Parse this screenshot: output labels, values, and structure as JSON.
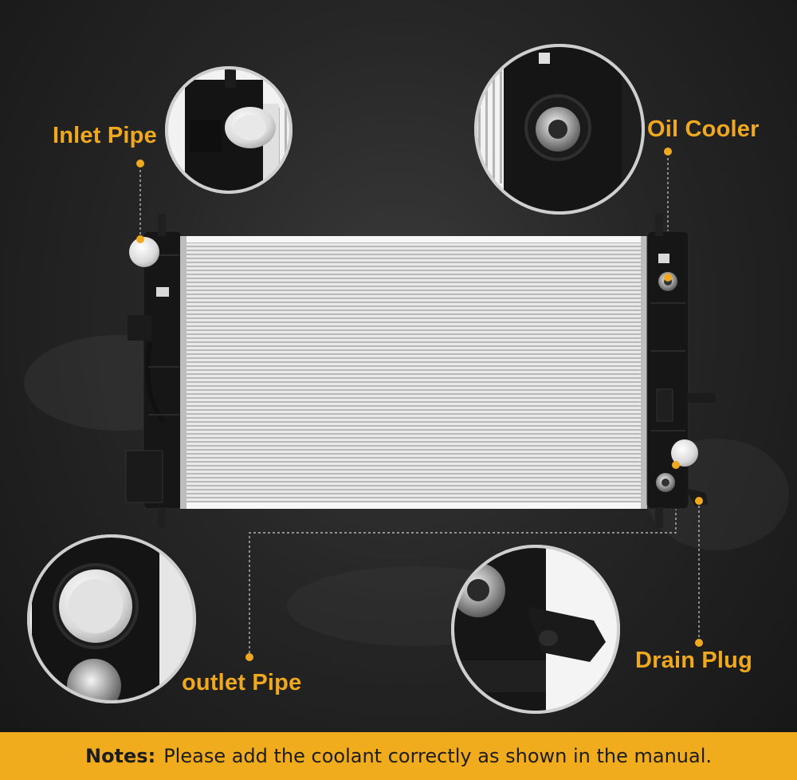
{
  "labels": {
    "inlet": "Inlet Pipe",
    "oil_cooler": "Oil Cooler",
    "outlet": "outlet Pipe",
    "drain": "Drain Plug"
  },
  "notes": {
    "prefix": "Notes:",
    "text": "Please add the coolant correctly as shown in the manual."
  },
  "colors": {
    "accent": "#f0a91e",
    "notes_background": "#f1ac1d",
    "background": "#262626"
  }
}
